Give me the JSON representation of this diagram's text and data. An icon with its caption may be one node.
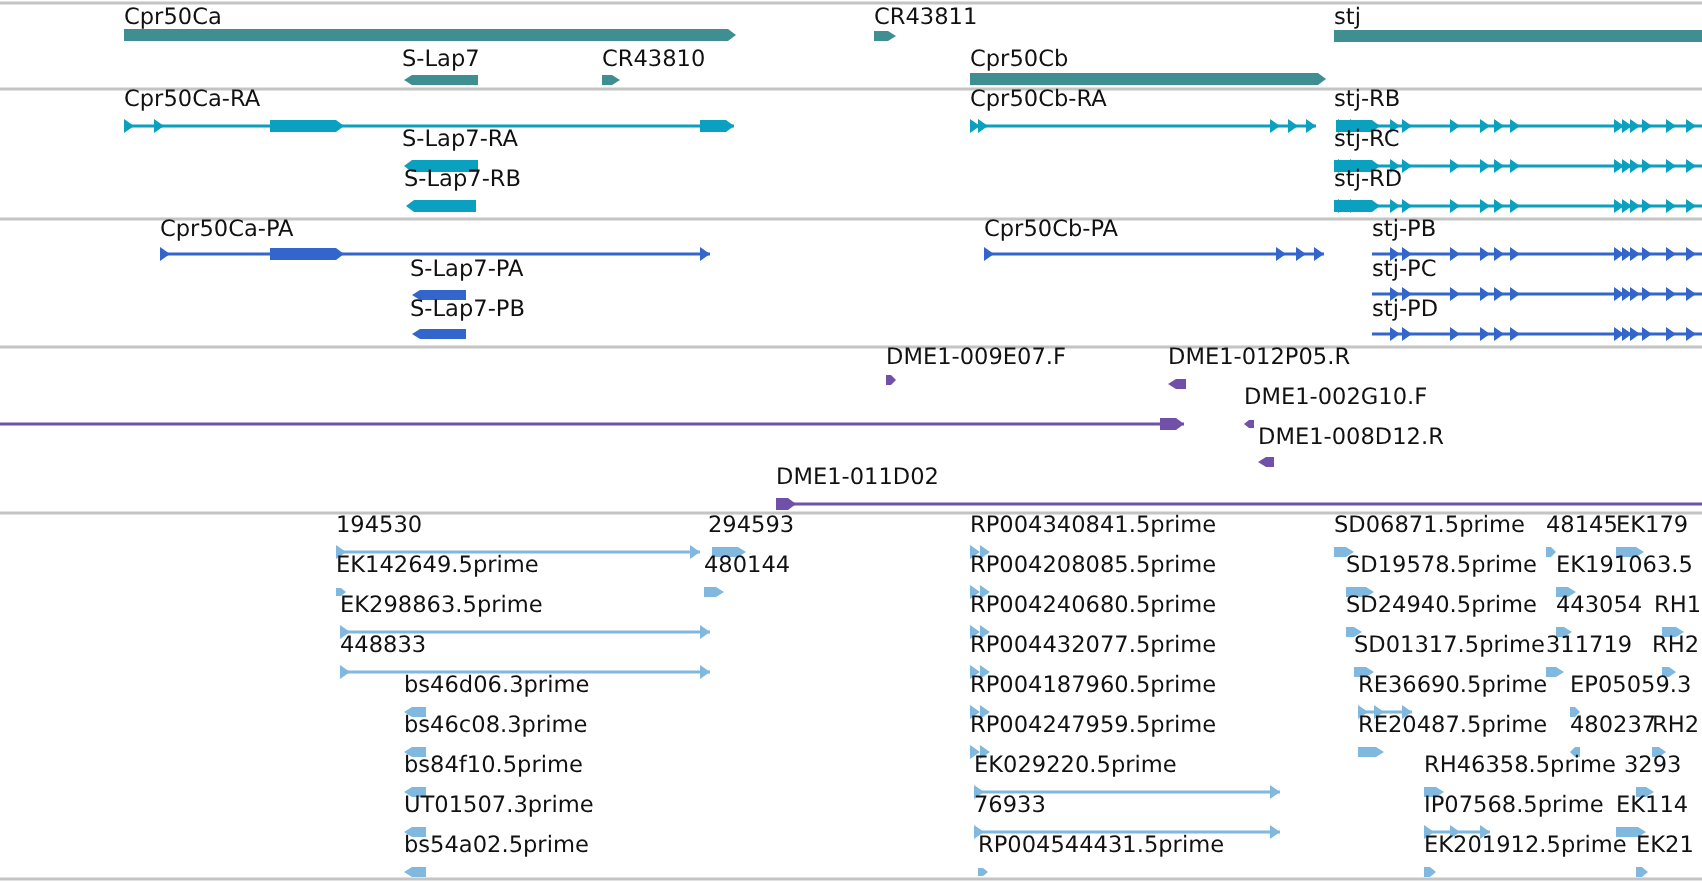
{
  "diagram": {
    "labels": [
      "Cpr50Ca",
      "CR43811",
      "stj",
      "S-Lap7",
      "CR43810",
      "Cpr50Cb",
      "Cpr50Ca-RA",
      "Cpr50Cb-RA",
      "stj-RB",
      "S-Lap7-RA",
      "stj-RC",
      "S-Lap7-RB",
      "stj-RD",
      "Cpr50Ca-PA",
      "Cpr50Cb-PA",
      "stj-PB",
      "S-Lap7-PA",
      "stj-PC",
      "S-Lap7-PB",
      "stj-PD",
      "DME1-009E07.F",
      "DME1-012P05.R",
      "DME1-002G10.F",
      "DME1-008D12.R",
      "DME1-011D02",
      "194530",
      "294593",
      "RP004340841.5prime",
      "SD06871.5prime",
      "48145",
      "EK179",
      "EK142649.5prime",
      "480144",
      "RP004208085.5prime",
      "SD19578.5prime",
      "EK191063.5",
      "EK298863.5prime",
      "RP004240680.5prime",
      "SD24940.5prime",
      "443054",
      "RH1",
      "448833",
      "RP004432077.5prime",
      "SD01317.5prime",
      "311719",
      "RH2",
      "bs46d06.3prime",
      "RP004187960.5prime",
      "RE36690.5prime",
      "EP05059.3",
      "bs46c08.3prime",
      "RP004247959.5prime",
      "RE20487.5prime",
      "480237",
      "RH2",
      "bs84f10.5prime",
      "EK029220.5prime",
      "RH46358.5prime",
      "3293",
      "UT01507.3prime",
      "76933",
      "IP07568.5prime",
      "EK114",
      "bs54a02.5prime",
      "RP004544431.5prime",
      "EK201912.5prime",
      "EK21"
    ]
  }
}
